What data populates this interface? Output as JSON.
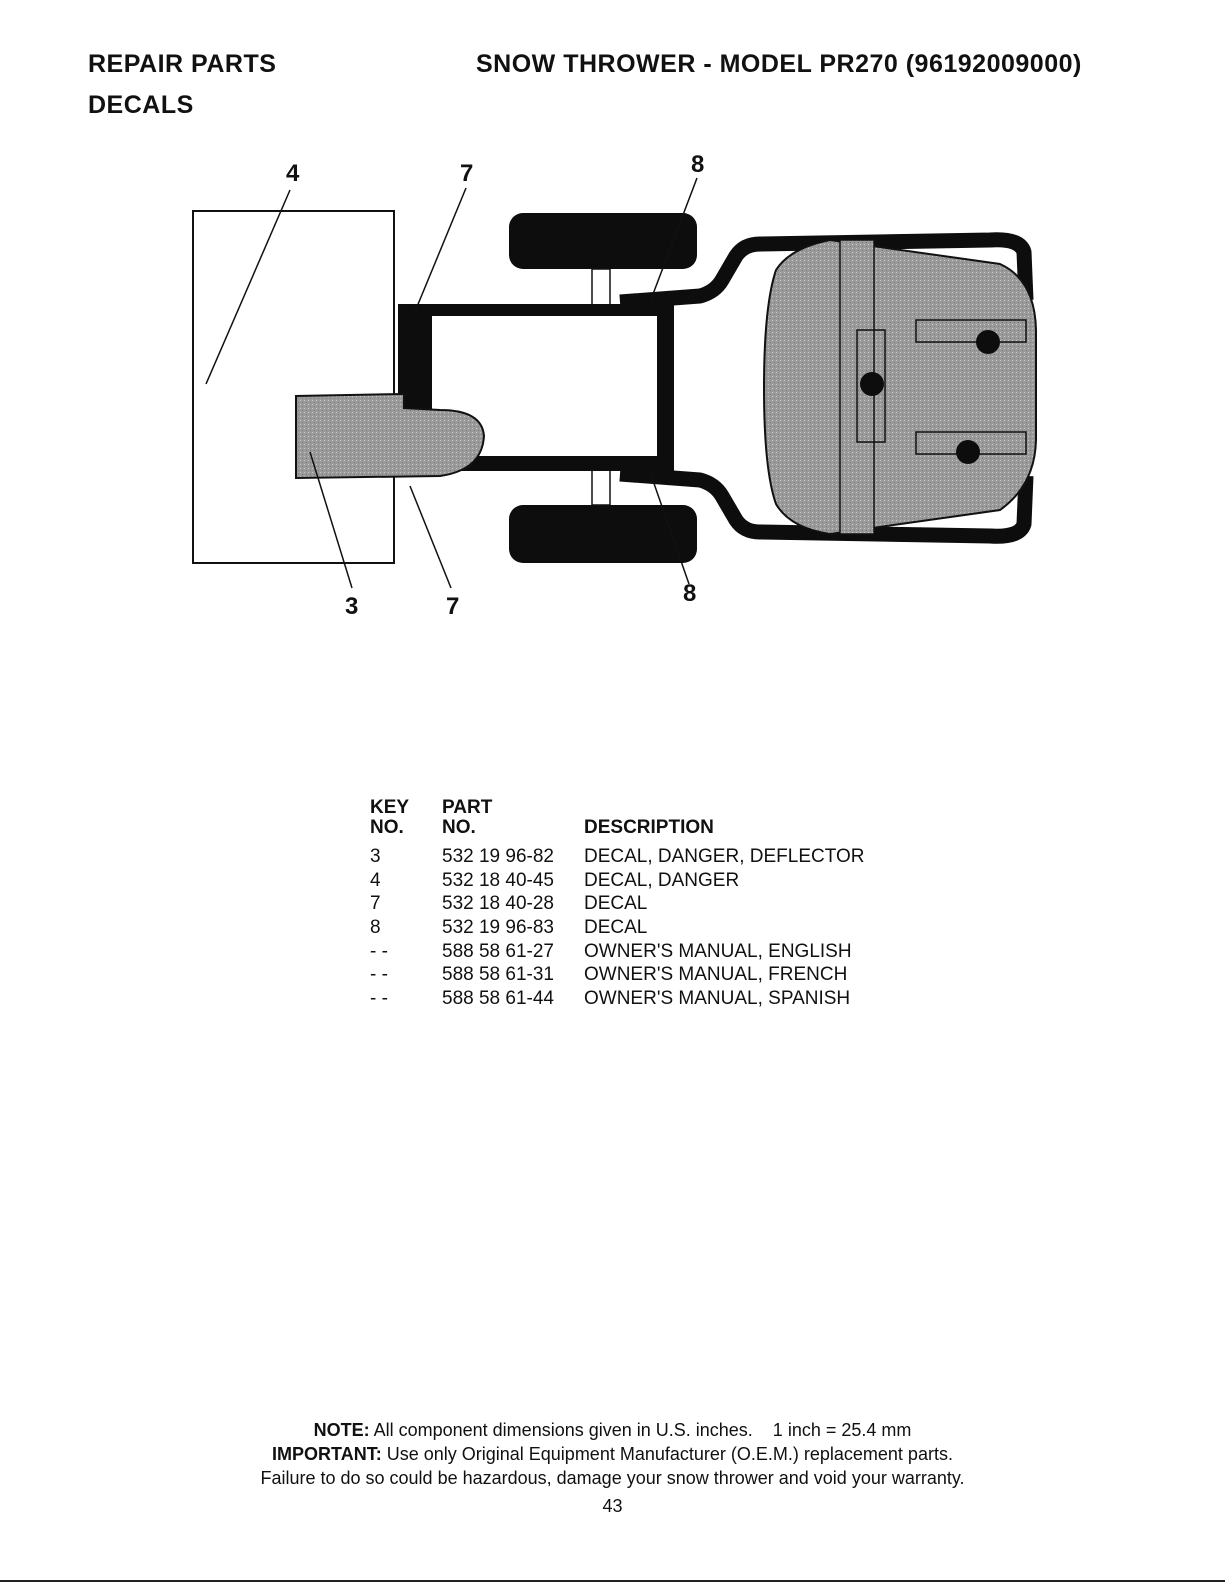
{
  "header": {
    "section": "REPAIR PARTS",
    "subsection": "DECALS",
    "title": "SNOW THROWER - MODEL  PR270  (96192009000)"
  },
  "diagram": {
    "callouts": [
      "4",
      "7",
      "8",
      "3",
      "7",
      "8"
    ]
  },
  "parts_table": {
    "headers": {
      "key_line1": "KEY",
      "key_line2": "NO.",
      "part_line1": "PART",
      "part_line2": "NO.",
      "description": "DESCRIPTION"
    },
    "rows": [
      {
        "key": "3",
        "part": "532 19 96-82",
        "description": "DECAL, DANGER, DEFLECTOR"
      },
      {
        "key": "4",
        "part": "532 18 40-45",
        "description": "DECAL, DANGER"
      },
      {
        "key": "7",
        "part": "532 18 40-28",
        "description": "DECAL"
      },
      {
        "key": "8",
        "part": "532 19 96-83",
        "description": "DECAL"
      },
      {
        "key": "- -",
        "part": "588 58 61-27",
        "description": "OWNER'S MANUAL, ENGLISH"
      },
      {
        "key": "- -",
        "part": "588 58 61-31",
        "description": "OWNER'S MANUAL, FRENCH"
      },
      {
        "key": "- -",
        "part": "588 58 61-44",
        "description": "OWNER'S MANUAL, SPANISH"
      }
    ]
  },
  "footer": {
    "note_label": "NOTE:",
    "note_text": "All component dimensions given in U.S. inches.    1 inch = 25.4 mm",
    "important_label": "IMPORTANT:",
    "important_text": "Use only Original Equipment Manufacturer (O.E.M.) replacement parts.",
    "warning_text": "Failure to do so could be hazardous, damage your snow thrower and void your warranty.",
    "page_number": "43"
  }
}
